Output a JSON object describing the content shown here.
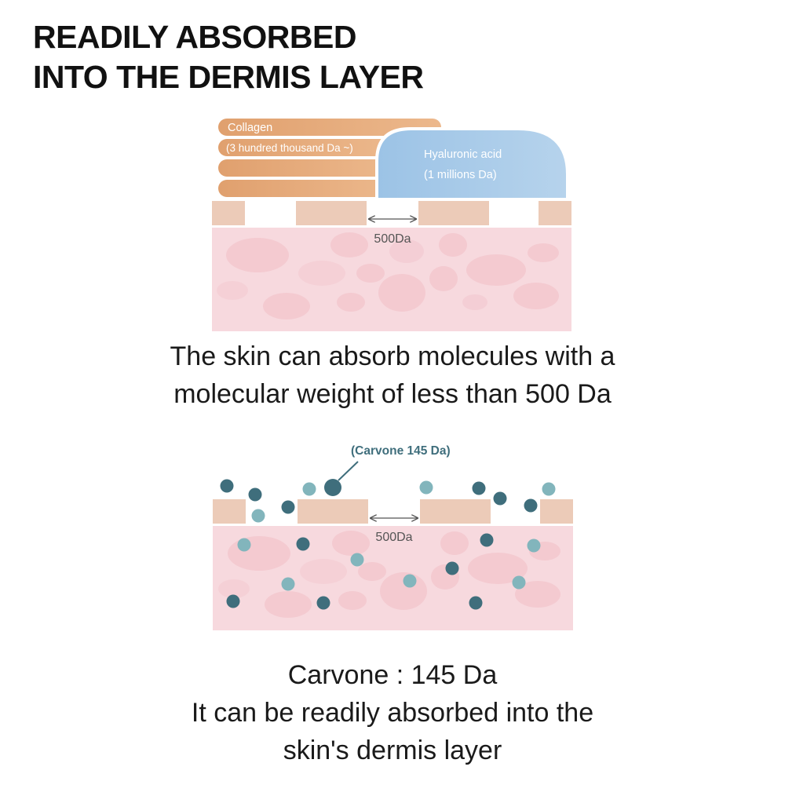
{
  "title": {
    "line1": "READILY ABSORBED",
    "line2": "INTO THE DERMIS LAYER"
  },
  "diagram_top": {
    "collagen_label": "Collagen",
    "collagen_weight": "(3 hundred thousand Da ~)",
    "hyaluronic_label": "Hyaluronic acid",
    "hyaluronic_weight": "(1 millions Da)",
    "gap_label": "500Da"
  },
  "caption1": {
    "line1": "The skin can absorb molecules with a",
    "line2": "molecular weight of less than 500 Da"
  },
  "diagram_bottom": {
    "callout_label": "(Carvone 145 Da)",
    "gap_label": "500Da"
  },
  "caption2": {
    "line1": "Carvone : 145 Da",
    "line2": "It can be readily absorbed into the",
    "line3": "skin's dermis layer"
  },
  "colors": {
    "collagen": "#e5a574",
    "hyaluronic": "#a9cbe8",
    "skin_block": "#eccbb8",
    "dermis": "#f6d7dc",
    "cell": "#f2bfc7",
    "molecule_dark": "#3f6e7c",
    "molecule_light": "#82b5bc",
    "arrow": "#555555"
  }
}
